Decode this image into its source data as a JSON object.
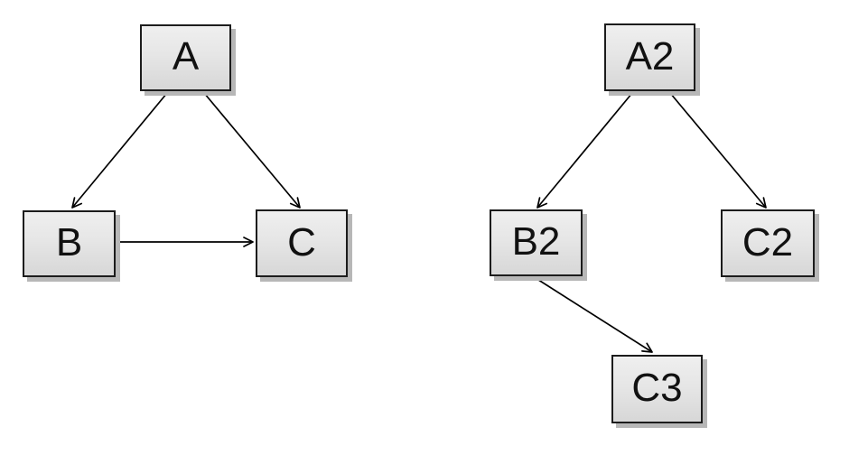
{
  "page": {
    "background_color": "#ffffff"
  },
  "style": {
    "node_border_color": "#1c1c1c",
    "node_fill_top": "#efefef",
    "node_fill_bottom": "#d7d7d7",
    "node_shadow_color": "#b7b7b7",
    "edge_color": "#000000",
    "label_color": "#111111"
  },
  "diagrams": [
    {
      "name": "left-graph",
      "nodes": [
        {
          "id": "A",
          "label": "A"
        },
        {
          "id": "B",
          "label": "B"
        },
        {
          "id": "C",
          "label": "C"
        }
      ],
      "edges": [
        {
          "from": "A",
          "to": "B"
        },
        {
          "from": "A",
          "to": "C"
        },
        {
          "from": "B",
          "to": "C"
        }
      ]
    },
    {
      "name": "right-graph",
      "nodes": [
        {
          "id": "A2",
          "label": "A2"
        },
        {
          "id": "B2",
          "label": "B2"
        },
        {
          "id": "C2",
          "label": "C2"
        },
        {
          "id": "C3",
          "label": "C3"
        }
      ],
      "edges": [
        {
          "from": "A2",
          "to": "B2"
        },
        {
          "from": "A2",
          "to": "C2"
        },
        {
          "from": "B2",
          "to": "C3"
        }
      ]
    }
  ]
}
